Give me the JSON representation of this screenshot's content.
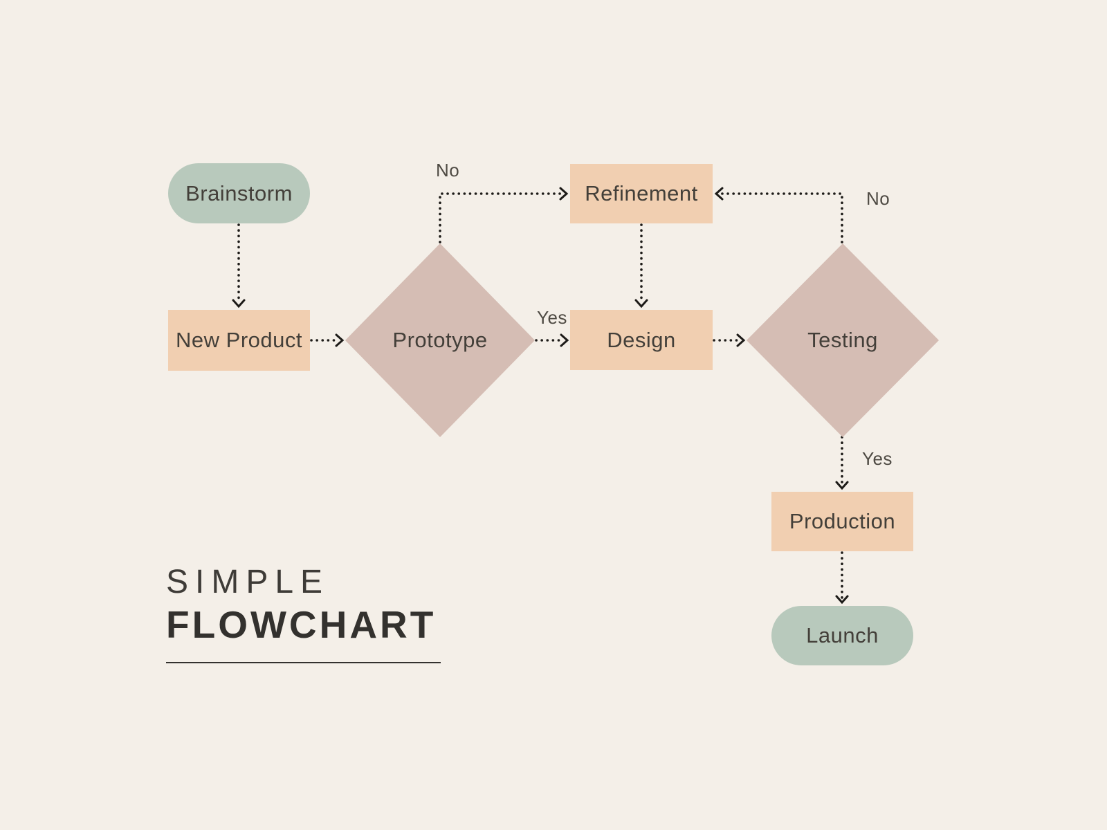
{
  "title": {
    "line1": "SIMPLE",
    "line2": "FLOWCHART"
  },
  "nodes": {
    "brainstorm": {
      "label": "Brainstorm",
      "shape": "pill"
    },
    "new_product": {
      "label": "New Product",
      "shape": "rect"
    },
    "prototype": {
      "label": "Prototype",
      "shape": "diamond"
    },
    "refinement": {
      "label": "Refinement",
      "shape": "rect"
    },
    "design": {
      "label": "Design",
      "shape": "rect"
    },
    "testing": {
      "label": "Testing",
      "shape": "diamond"
    },
    "production": {
      "label": "Production",
      "shape": "rect"
    },
    "launch": {
      "label": "Launch",
      "shape": "pill"
    }
  },
  "edge_labels": {
    "prototype_no": "No",
    "prototype_yes": "Yes",
    "testing_no": "No",
    "testing_yes": "Yes"
  },
  "colors": {
    "background": "#f4efe8",
    "terminal_fill": "#b8c9bc",
    "process_fill": "#f1cfb1",
    "decision_fill": "#d5bdb4",
    "connector": "#1d1b18",
    "node_text": "#433f39",
    "edge_label_text": "#4e4a43",
    "title_text": "#33312e"
  }
}
